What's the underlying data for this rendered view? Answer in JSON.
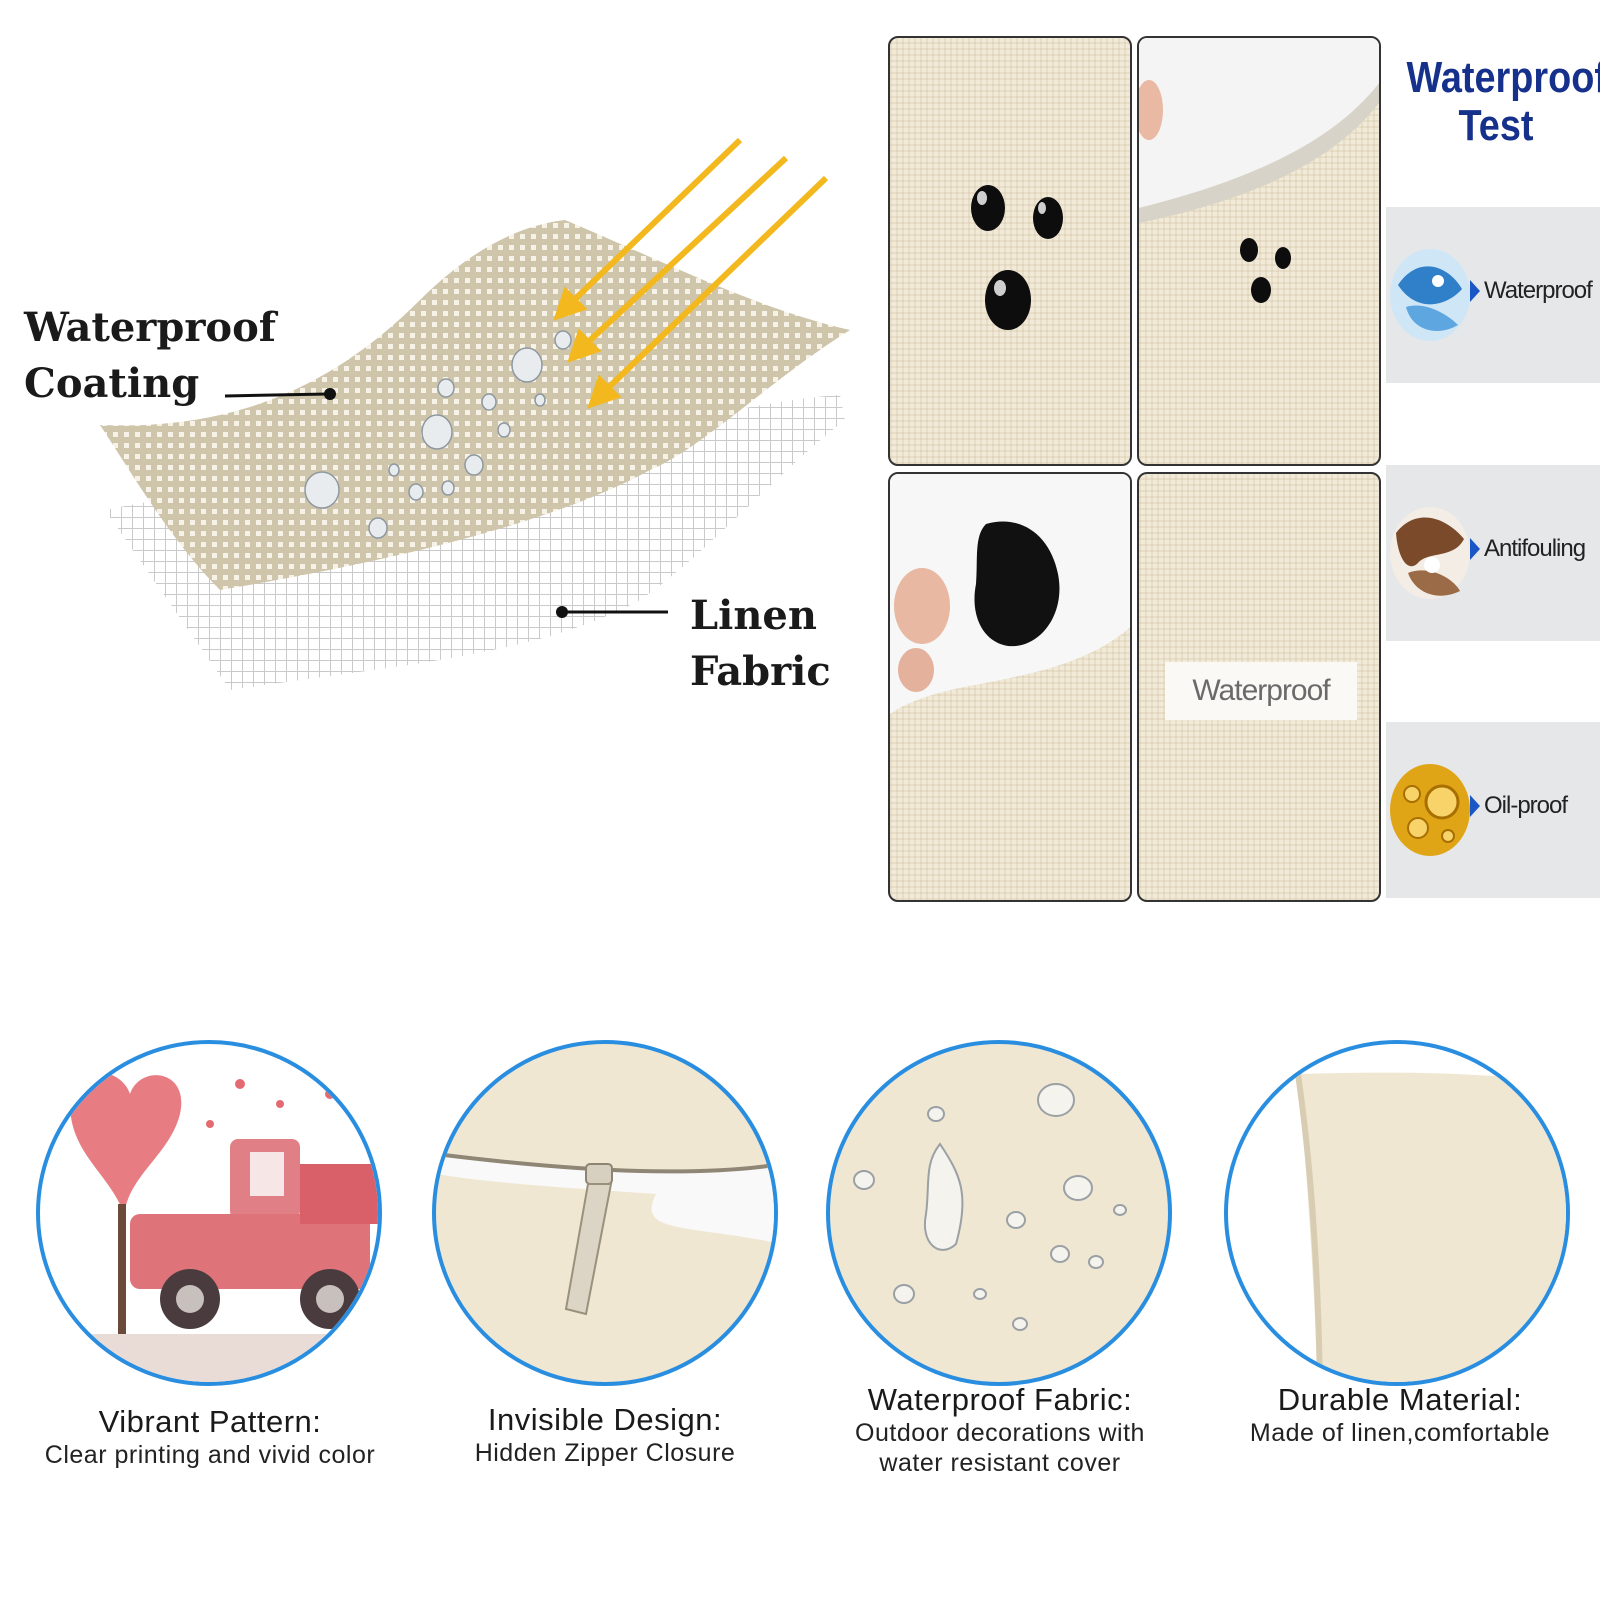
{
  "diagram": {
    "coating_label": "Waterproof\nCoating",
    "linen_label": "Linen\nFabric"
  },
  "test": {
    "title_line1": "Waterproof",
    "title_line2": "Test",
    "panel_caption": "Waterproof",
    "features": [
      {
        "label": "Waterproof",
        "icon": "water-splash-icon"
      },
      {
        "label": "Antifouling",
        "icon": "mud-splash-icon"
      },
      {
        "label": "Oil-proof",
        "icon": "oil-bubbles-icon"
      }
    ]
  },
  "features": [
    {
      "title": "Vibrant Pattern:",
      "desc_line1": "Clear printing and vivid color",
      "desc_line2": ""
    },
    {
      "title": "Invisible Design:",
      "desc_line1": "Hidden Zipper Closure",
      "desc_line2": ""
    },
    {
      "title": "Waterproof Fabric:",
      "desc_line1": "Outdoor decorations with",
      "desc_line2": "water resistant cover"
    },
    {
      "title": "Durable Material:",
      "desc_line1": "Made of linen,comfortable",
      "desc_line2": ""
    }
  ],
  "colors": {
    "title_blue": "#16318c",
    "circle_border": "#2a8ee0",
    "arrow_gold": "#f2b81e",
    "linen": "#efe7d2"
  }
}
